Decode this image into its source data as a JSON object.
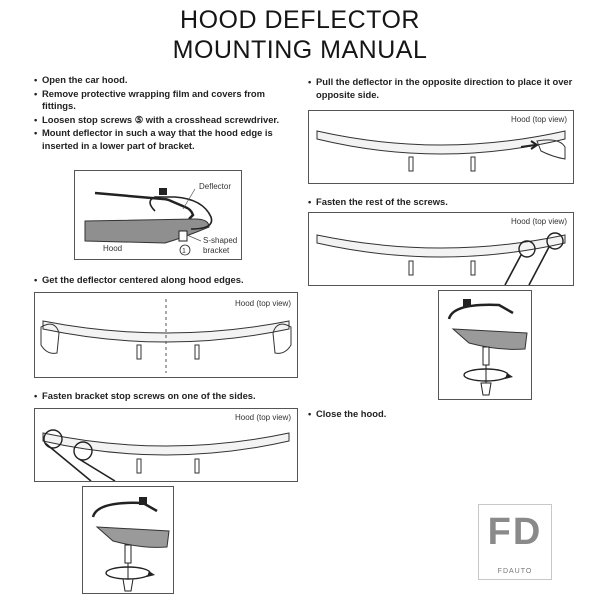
{
  "title": {
    "line1": "HOOD DEFLECTOR",
    "line2": "MOUNTING MANUAL"
  },
  "steps_left": [
    "Open the car hood.",
    "Remove protective wrapping film and covers from fittings.",
    "Loosen stop screws ⑤ with a crosshead screwdriver.",
    "Mount deflector in such a way that the hood edge is inserted in a lower part of bracket."
  ],
  "step_center": "Get the deflector centered along hood edges.",
  "step_fasten_side": "Fasten bracket stop screws on one of the sides.",
  "step_pull": "Pull the deflector in the opposite direction to place it over opposite side.",
  "step_fasten_rest": "Fasten the rest of the screws.",
  "step_close": "Close the hood.",
  "labels": {
    "deflector": "Deflector",
    "hood": "Hood",
    "s_shaped": "S-shaped",
    "bracket": "bracket",
    "screw_number": "1",
    "hood_top_view": "Hood (top view)"
  },
  "logo": {
    "mark": "FD",
    "text": "FDAUTO"
  }
}
